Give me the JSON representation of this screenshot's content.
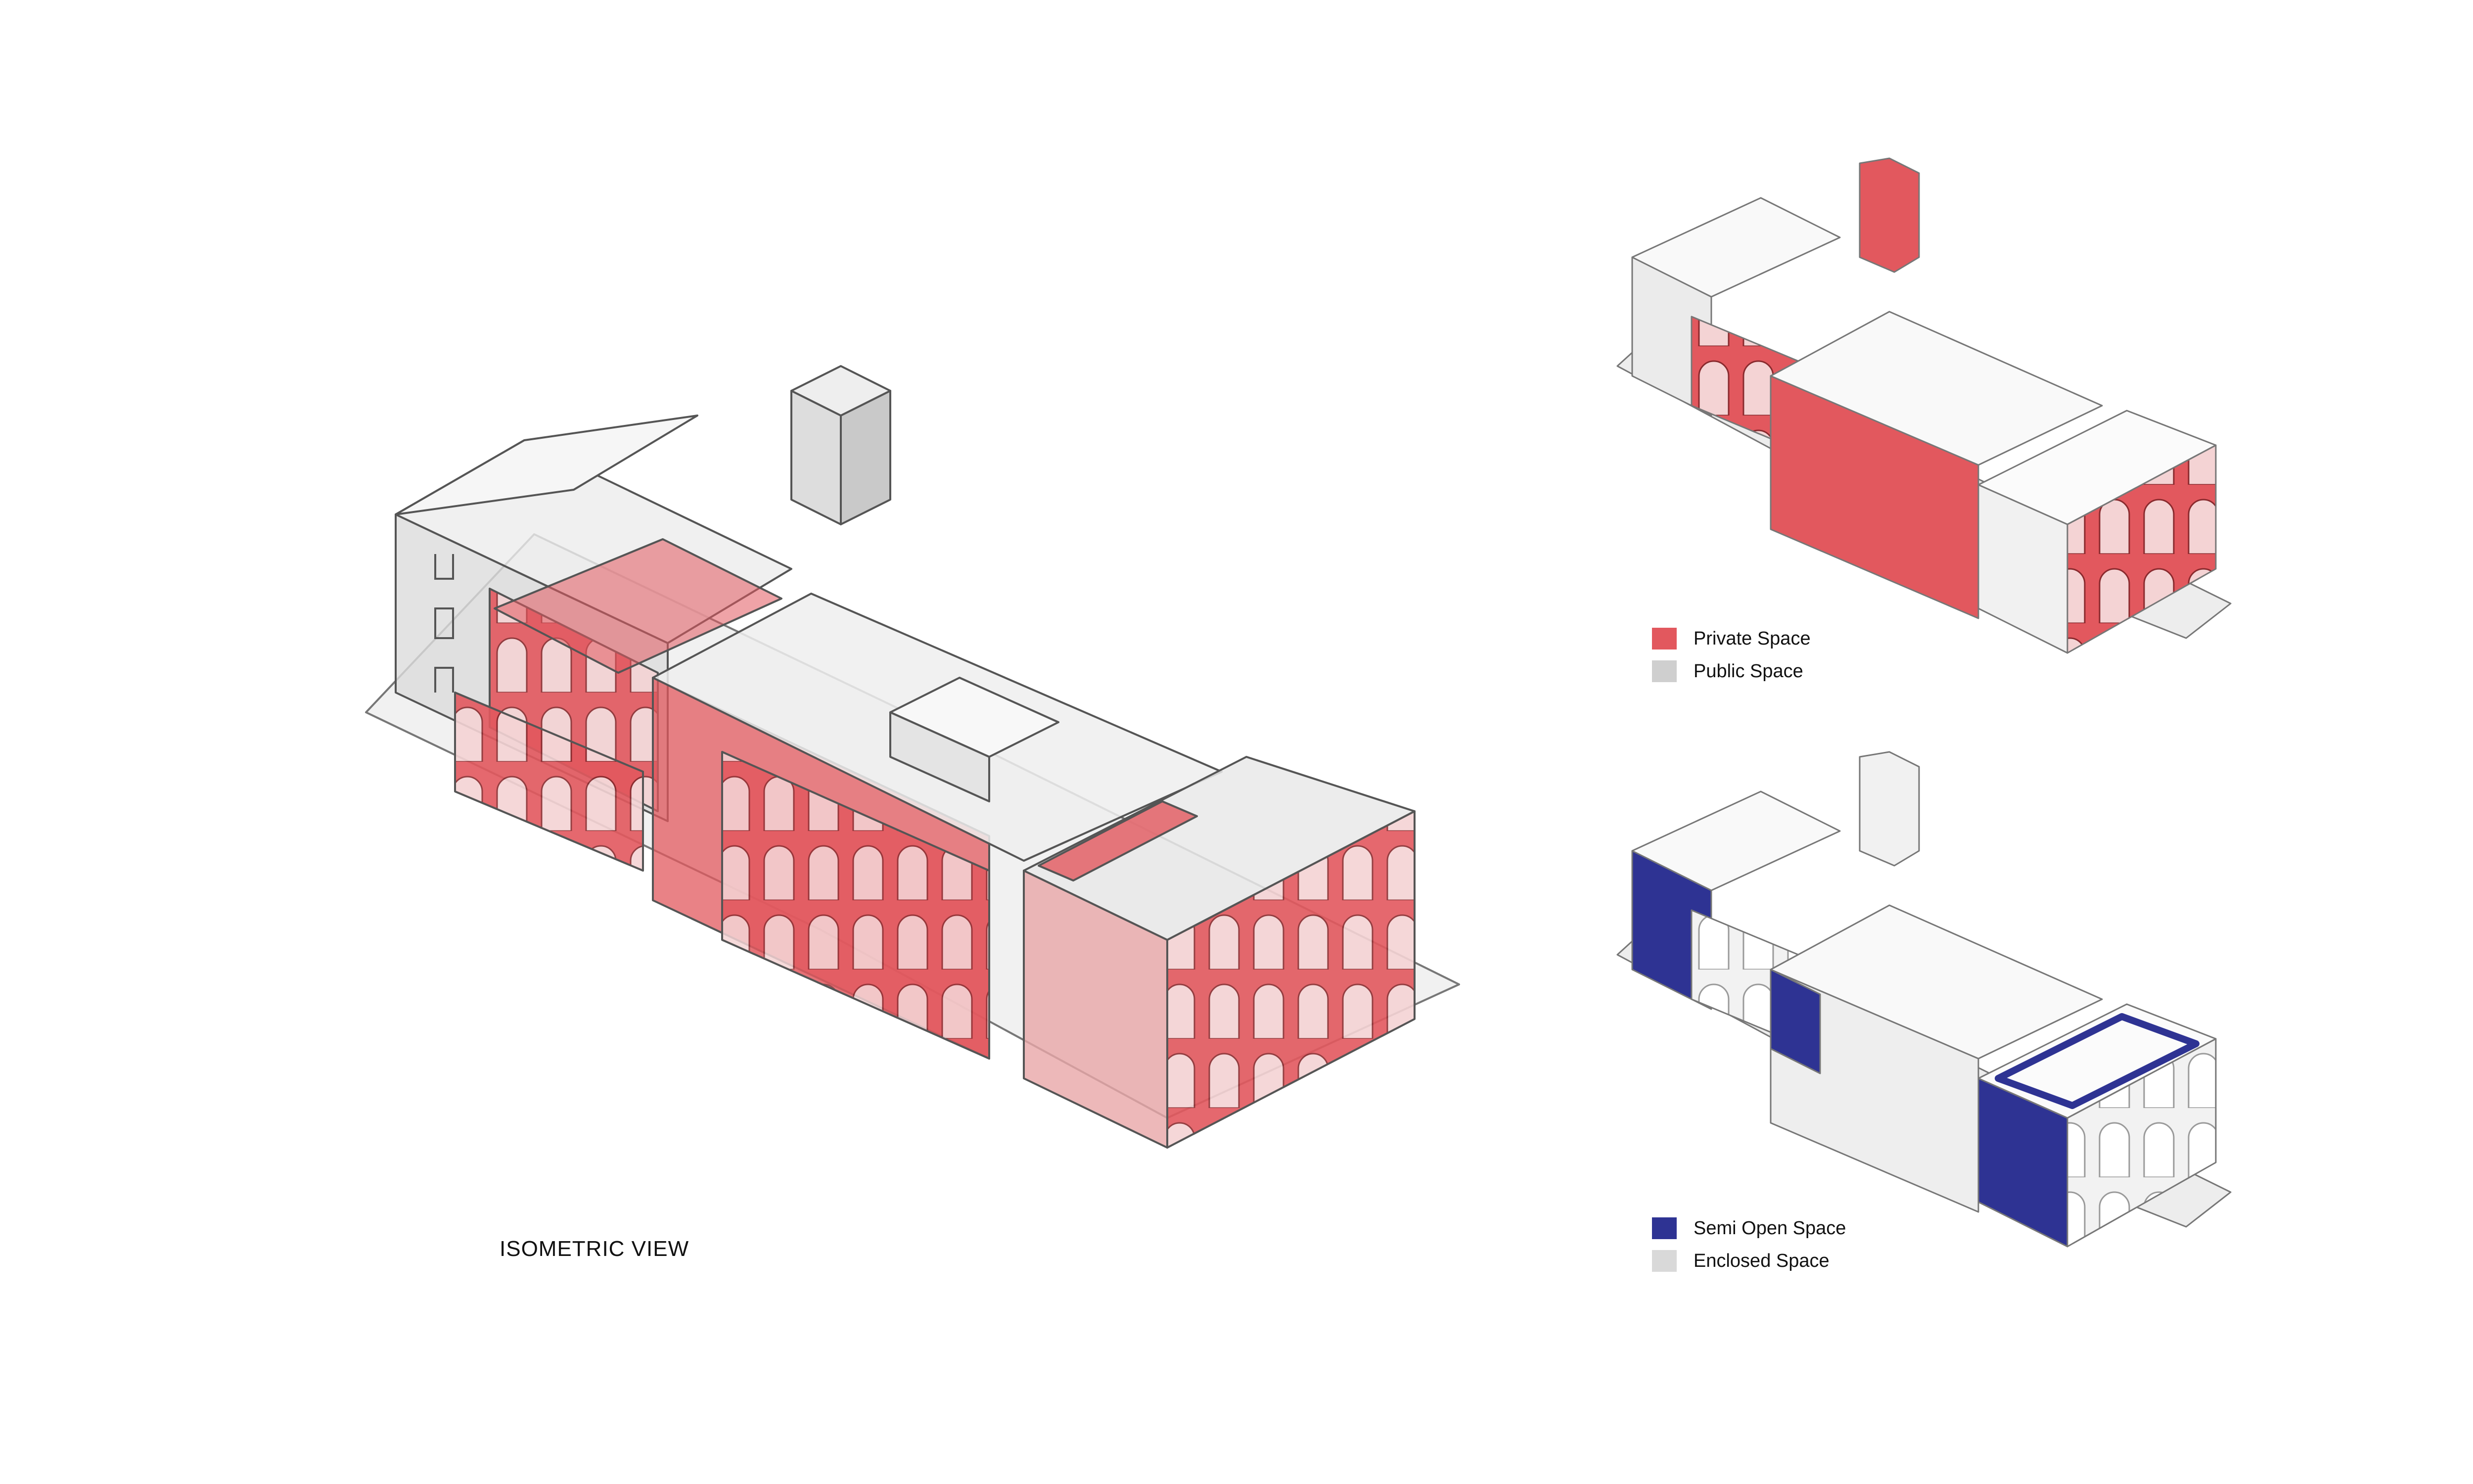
{
  "main_view": {
    "caption": "ISOMETRIC VIEW"
  },
  "legend_private_public": {
    "items": [
      {
        "label": "Private Space",
        "color": "#e2585e"
      },
      {
        "label": "Public Space",
        "color": "#cfcfcf"
      }
    ]
  },
  "legend_open_enclosed": {
    "items": [
      {
        "label": "Semi Open Space",
        "color": "#2e3393"
      },
      {
        "label": "Enclosed Space",
        "color": "#d9d9d9"
      }
    ]
  },
  "colors": {
    "private": "#e2585e",
    "public": "#cfcfcf",
    "semi_open": "#2e3393",
    "enclosed": "#d9d9d9",
    "line": "#555555"
  }
}
